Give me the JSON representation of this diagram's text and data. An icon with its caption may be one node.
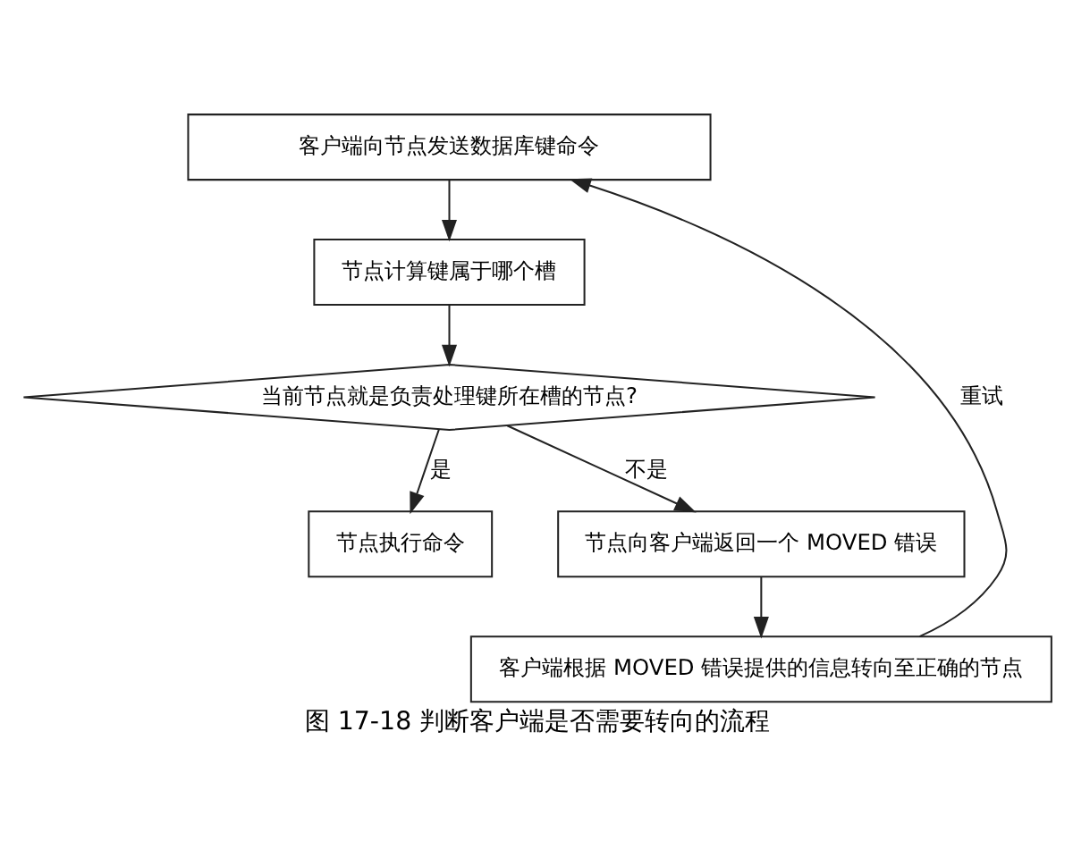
{
  "diagram": {
    "caption": "图 17-18 判断客户端是否需要转向的流程",
    "nodes": [
      {
        "text": [
          "客户端向节点发送数据库键命令"
        ]
      },
      {
        "text": [
          "节点计算键属于哪个槽"
        ]
      },
      {
        "text": [
          "当前节点就是负责处理键所在槽的节点?"
        ]
      },
      {
        "text": [
          "节点执行命令"
        ]
      },
      {
        "text": [
          "节点向客户端返回一个 MOVED 错误"
        ]
      },
      {
        "text": [
          "客户端根据 MOVED 错误提供的信息转向至正确的节点"
        ]
      }
    ],
    "edges": [
      {
        "from": 0,
        "to": 1,
        "arrow": "to"
      },
      {
        "from": 1,
        "to": 2,
        "arrow": "to"
      },
      {
        "from": 2,
        "to": 3,
        "arrow": "to",
        "label": "是"
      },
      {
        "from": 2,
        "to": 4,
        "arrow": "to",
        "label": "不是"
      },
      {
        "from": 4,
        "to": 5,
        "arrow": "to"
      },
      {
        "from": 5,
        "to": 0,
        "arrow": "to",
        "label": "重试"
      }
    ]
  }
}
